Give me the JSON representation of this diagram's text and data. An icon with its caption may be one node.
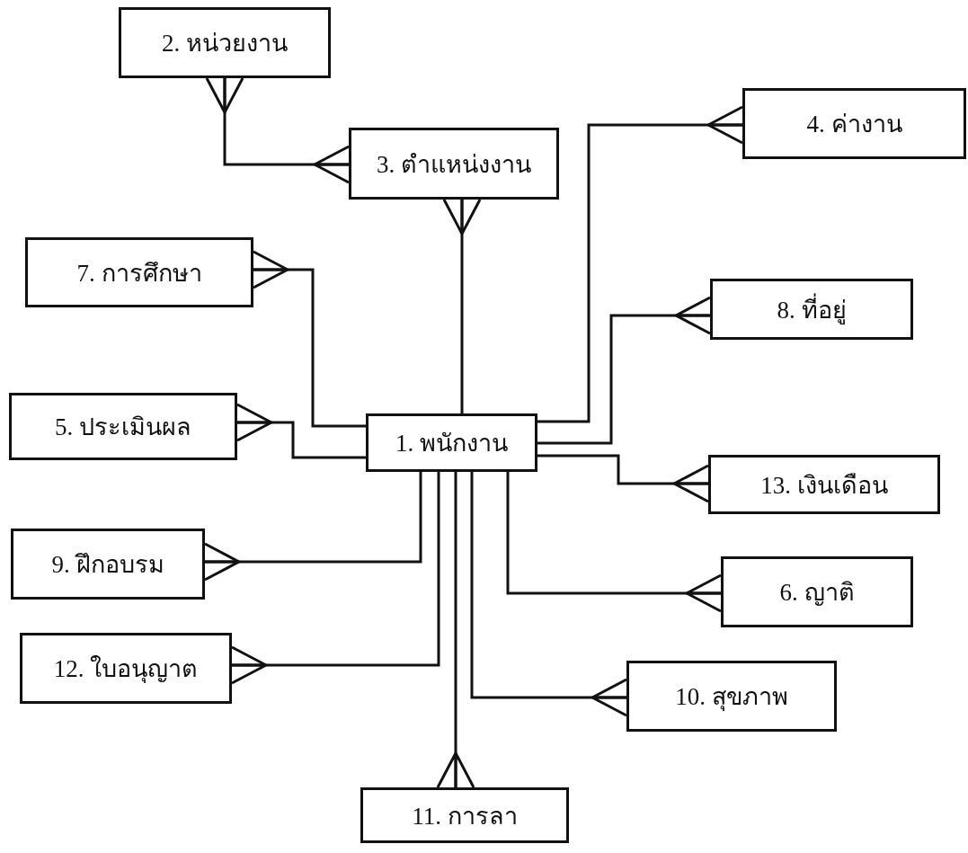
{
  "diagram": {
    "nodes": [
      {
        "text": [
          "2. หน่วยงาน"
        ]
      },
      {
        "text": [
          "4. ค่างาน"
        ]
      },
      {
        "text": [
          "3. ตำแหน่งงาน"
        ]
      },
      {
        "text": [
          "7. การศึกษา"
        ]
      },
      {
        "text": [
          "8. ที่อยู่"
        ]
      },
      {
        "text": [
          "5. ประเมินผล"
        ]
      },
      {
        "text": [
          "1. พนักงาน"
        ]
      },
      {
        "text": [
          "13. เงินเดือน"
        ]
      },
      {
        "text": [
          "9. ฝึกอบรม"
        ]
      },
      {
        "text": [
          "6. ญาติ"
        ]
      },
      {
        "text": [
          "12. ใบอนุญาต"
        ]
      },
      {
        "text": [
          "10. สุขภาพ"
        ]
      },
      {
        "text": [
          "11. การลา"
        ]
      }
    ],
    "edges": [
      {
        "from": 0,
        "to": 2,
        "arrow": "other"
      },
      {
        "from": 6,
        "to": 2,
        "arrow": "other"
      },
      {
        "from": 6,
        "to": 1,
        "arrow": "other"
      },
      {
        "from": 6,
        "to": 4,
        "arrow": "other"
      },
      {
        "from": 6,
        "to": 7,
        "arrow": "other"
      },
      {
        "from": 6,
        "to": 3,
        "arrow": "other"
      },
      {
        "from": 6,
        "to": 5,
        "arrow": "other"
      },
      {
        "from": 6,
        "to": 8,
        "arrow": "other"
      },
      {
        "from": 6,
        "to": 10,
        "arrow": "other"
      },
      {
        "from": 6,
        "to": 12,
        "arrow": "other"
      },
      {
        "from": 6,
        "to": 11,
        "arrow": "other"
      },
      {
        "from": 6,
        "to": 9,
        "arrow": "other"
      }
    ]
  }
}
